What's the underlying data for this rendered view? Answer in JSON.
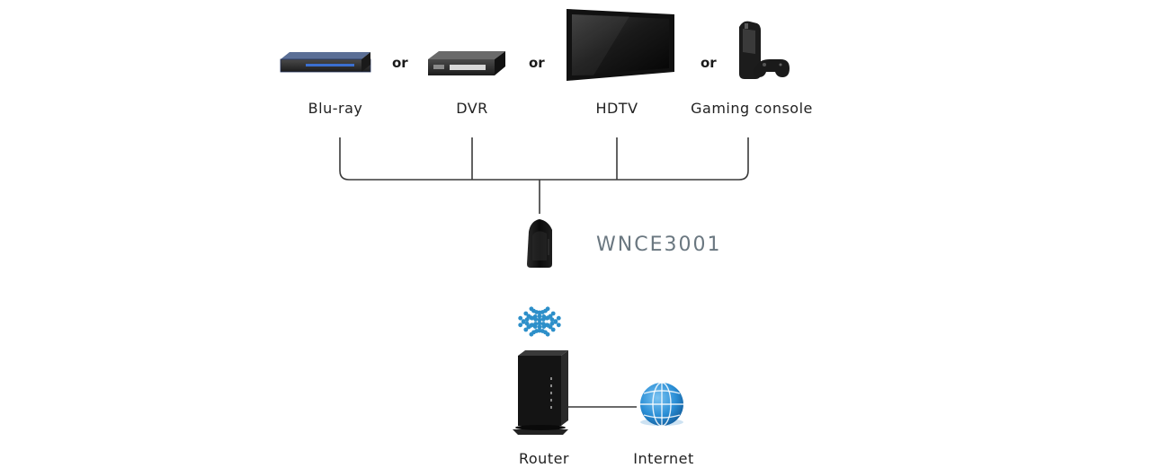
{
  "devices": {
    "bluray": {
      "label": "Blu-ray",
      "icon": "bluray-player-icon"
    },
    "dvr": {
      "label": "DVR",
      "icon": "dvr-box-icon"
    },
    "hdtv": {
      "label": "HDTV",
      "icon": "hdtv-icon"
    },
    "console": {
      "label": "Gaming console",
      "icon": "gaming-console-icon"
    }
  },
  "connectors": [
    "or",
    "or",
    "or"
  ],
  "adapter": {
    "model": "WNCE3001",
    "icon": "wireless-adapter-icon"
  },
  "wireless": {
    "icon": "wifi-signal-icon",
    "color": "#2d8fc9"
  },
  "router": {
    "label": "Router",
    "icon": "router-icon"
  },
  "internet": {
    "label": "Internet",
    "icon": "globe-icon",
    "color": "#2b8fd6"
  }
}
